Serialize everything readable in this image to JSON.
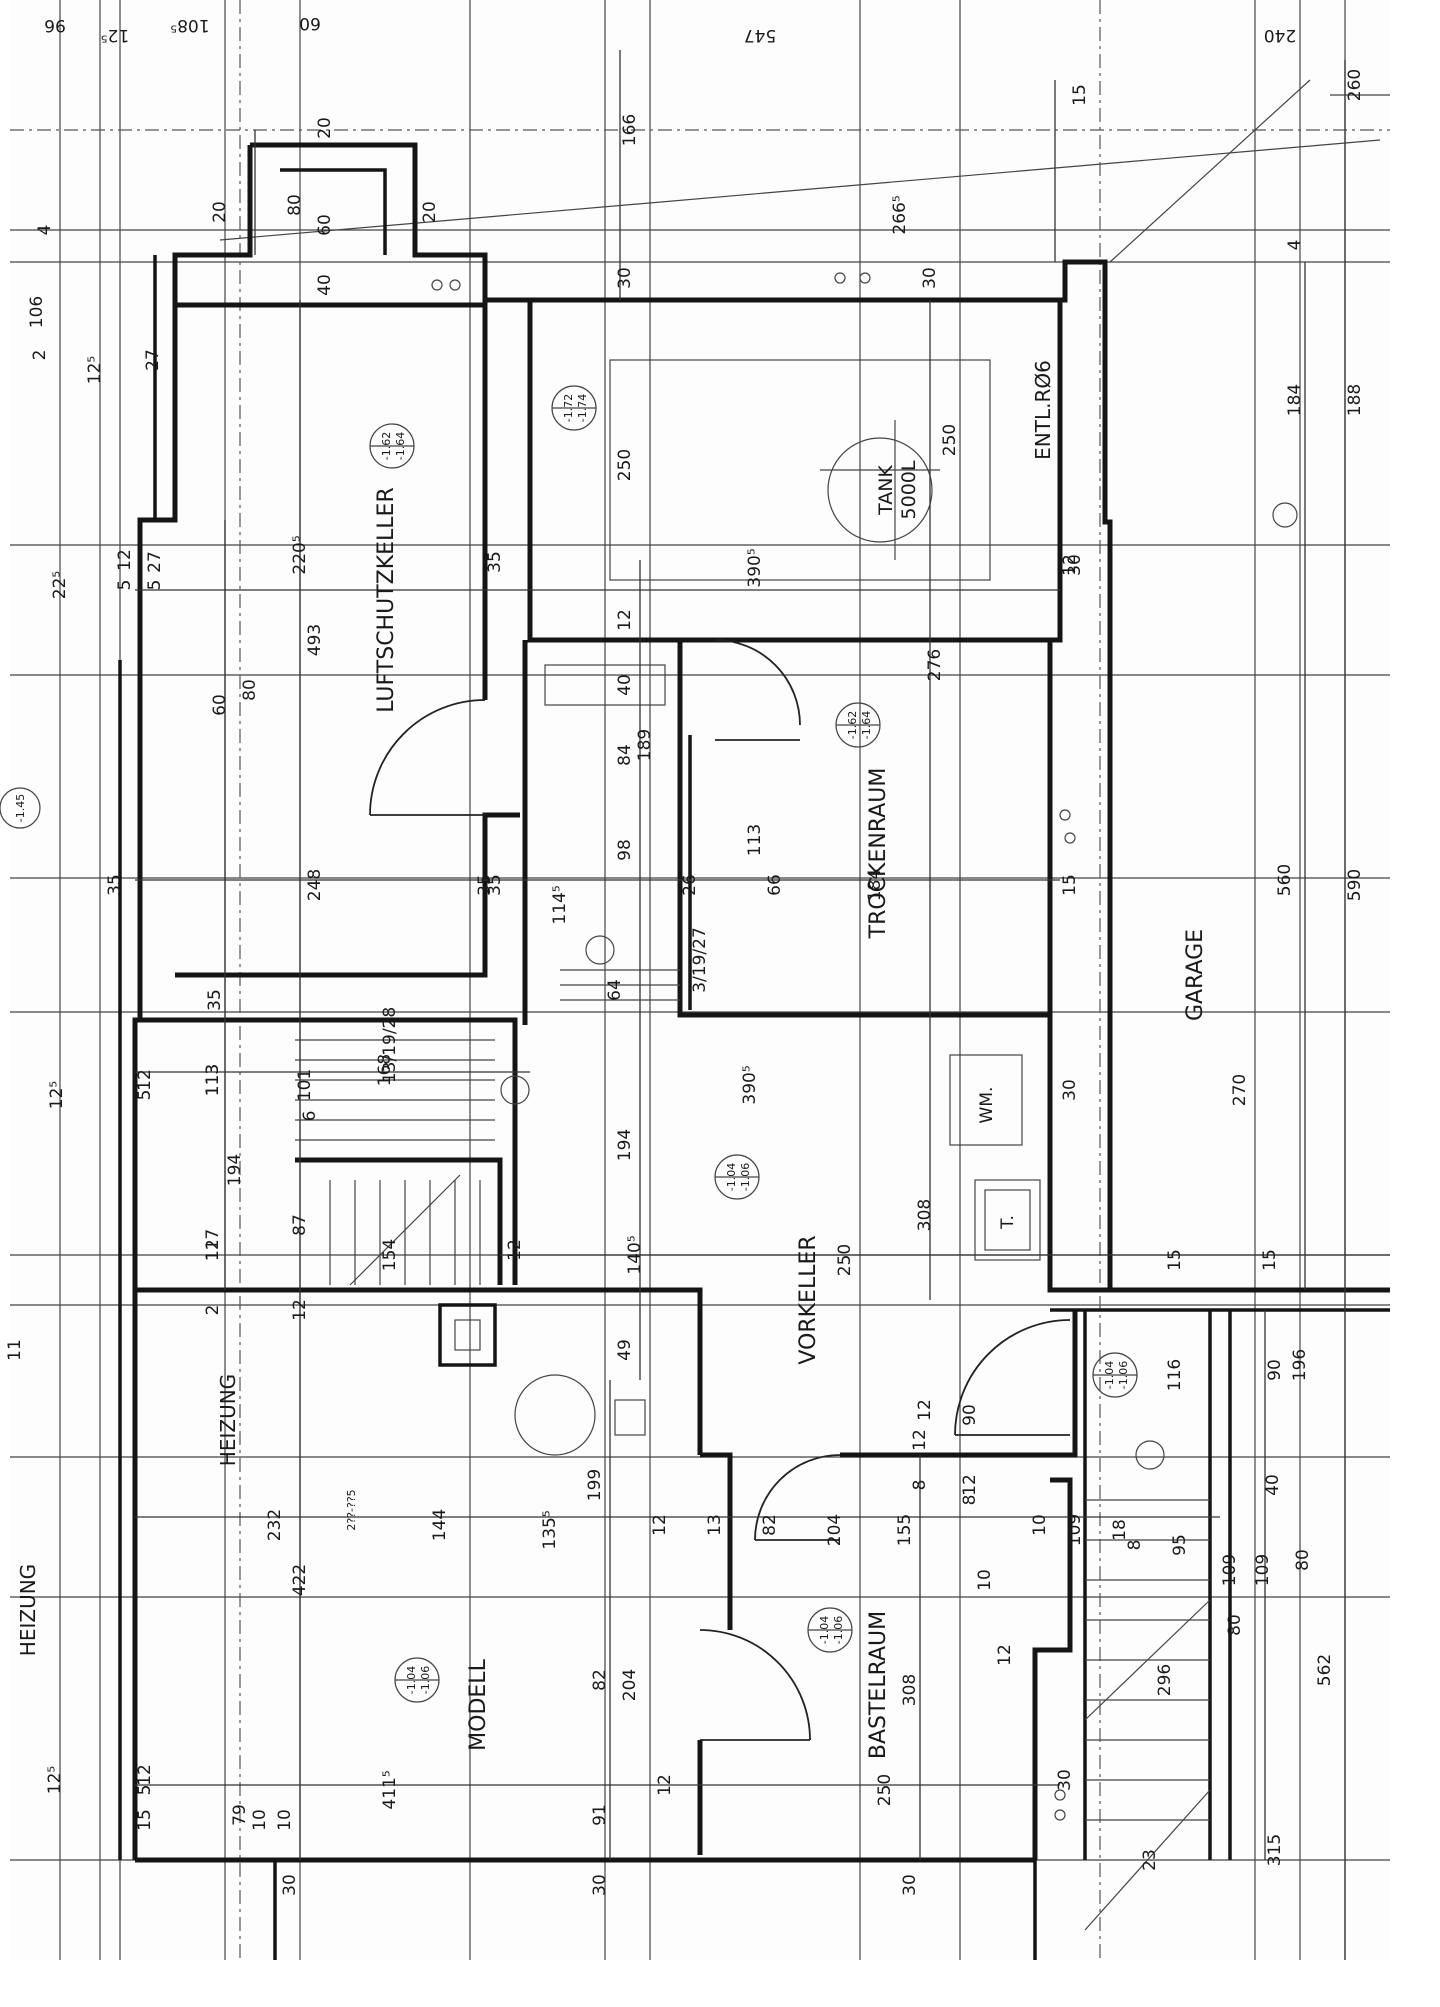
{
  "rooms": {
    "luftschutzkeller": "LUFTSCHUTZKELLER",
    "trockenraum": "TROCKENRAUM",
    "garage": "GARAGE",
    "vorkeller": "VORKELLER",
    "heizung_1": "HEIZUNG",
    "heizung_2": "HEIZUNG",
    "modell": "MODELL",
    "bastelraum": "BASTELRAUM"
  },
  "fixtures": {
    "tank": "TANK",
    "tank_volume": "5000L",
    "vent": "ENTL.RØ6",
    "washer": "WM.",
    "dryer": "T."
  },
  "level_markers": {
    "luftschutzkeller": [
      "-1.62",
      "-1.64"
    ],
    "tank_room": [
      "-1.72",
      "-1.74"
    ],
    "trockenraum": [
      "-1.62",
      "-1.64"
    ],
    "vorkeller": [
      "-1.04",
      "-1.06"
    ],
    "modell": [
      "-1.04",
      "-1.06"
    ],
    "bastelraum": [
      "-1.04",
      "-1.06"
    ],
    "stair_landing": [
      "-1.04",
      "-1.06"
    ],
    "left_edge": "-1.45"
  },
  "dimensions": {
    "top_strip": [
      "96",
      "12⁵",
      "108⁵",
      "60",
      "547",
      "240"
    ],
    "right_edge": [
      "260",
      "188",
      "590",
      "562",
      "315"
    ],
    "garage_col": [
      "184",
      "560",
      "15",
      "15",
      "196",
      "90",
      "40",
      "109",
      "80"
    ],
    "garage_col2": [
      "270",
      "116",
      "109",
      "80",
      "296",
      "23"
    ],
    "top_wing": [
      "20",
      "20",
      "80",
      "60",
      "20",
      "40",
      "166",
      "4",
      "106",
      "2",
      "12⁵",
      "27",
      "15",
      "266⁵",
      "30",
      "30",
      "4"
    ],
    "left_column": [
      "22⁵",
      "12",
      "5",
      "27",
      "5",
      "60",
      "80",
      "35",
      "35",
      "12⁵",
      "113",
      "12",
      "5",
      "113",
      "117",
      "12",
      "2",
      "11"
    ],
    "luftschutz": [
      "493",
      "220⁵",
      "248",
      "35",
      "35",
      "35"
    ],
    "middle": [
      "250",
      "390⁵",
      "250",
      "12",
      "40",
      "84",
      "189",
      "98",
      "113",
      "26",
      "66",
      "184",
      "276",
      "12",
      "30",
      "15",
      "30",
      "30",
      "30"
    ],
    "stair": [
      "114⁵",
      "64",
      "3/19/27",
      "13/19/28",
      "168",
      "101",
      "6",
      "194",
      "87",
      "154",
      "12",
      "140⁵",
      "194",
      "390⁵",
      "308",
      "250"
    ],
    "lower": [
      "12",
      "49",
      "199",
      "232",
      "422",
      "144",
      "135⁵",
      "12",
      "13",
      "82",
      "204",
      "155",
      "12",
      "12",
      "8",
      "90",
      "12",
      "8",
      "10",
      "10",
      "109",
      "18",
      "12",
      "95",
      "8",
      "15"
    ],
    "lower2": [
      "82",
      "204",
      "308",
      "250",
      "12",
      "91",
      "411⁵",
      "12⁵",
      "12",
      "5",
      "15",
      "10",
      "79",
      "10",
      "30",
      "30",
      "30",
      "30"
    ],
    "note": "2??-??5"
  }
}
